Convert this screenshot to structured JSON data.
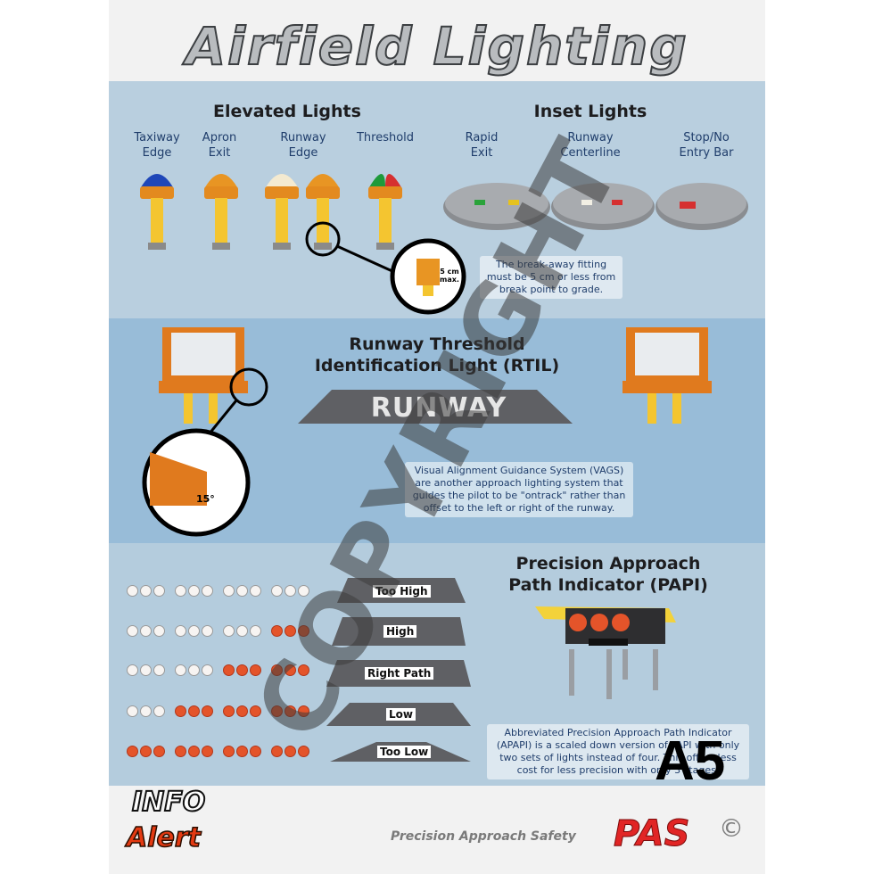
{
  "title": "Airfield Lighting",
  "elevated": {
    "heading": "Elevated Lights",
    "labels": [
      "Taxiway\nEdge",
      "Apron\nExit",
      "Runway\nEdge",
      "Threshold"
    ],
    "callout": "5 cm\nmax."
  },
  "inset": {
    "heading": "Inset Lights",
    "labels": [
      "Rapid\nExit",
      "Runway\nCenterline",
      "Stop/No\nEntry Bar"
    ],
    "note": "The break-away fitting must be 5 cm or less from break point to grade."
  },
  "rtil": {
    "heading_line1": "Runway Threshold",
    "heading_line2": "Identification Light (RTIL)",
    "runway_text": "RUNWAY",
    "angle": "15°",
    "vags_note": "Visual Alignment Guidance System (VAGS) are another approach lighting system that guides the pilot to be \"ontrack\" rather than offset to the left or right of the runway."
  },
  "papi": {
    "heading_line1": "Precision Approach",
    "heading_line2": "Path Indicator (PAPI)",
    "rows": [
      {
        "label": "Too High",
        "red_count": 0
      },
      {
        "label": "High",
        "red_count": 3
      },
      {
        "label": "Right Path",
        "red_count": 6
      },
      {
        "label": "Low",
        "red_count": 9
      },
      {
        "label": "Too Low",
        "red_count": 12
      }
    ],
    "apapi_note": "Abbreviated Precision Approach Path Indicator (APAPI) is a scaled down version of PAPI with only two sets of lights instead of four. This offers less cost for less precision with only 3 stages."
  },
  "watermark": "COPYRIGHT",
  "size_badge": "A5",
  "footer": {
    "brand_top": "INFO",
    "brand_bottom": "Alert",
    "company": "Precision Approach Safety",
    "logo": "PAS",
    "copyright_symbol": "©"
  },
  "colors": {
    "band_top": "#b9cfdf",
    "band_mid": "#98bcd8",
    "band_bottom": "#b4ccdd",
    "accent_orange": "#e07a1e",
    "papi_red": "#e4542a"
  }
}
